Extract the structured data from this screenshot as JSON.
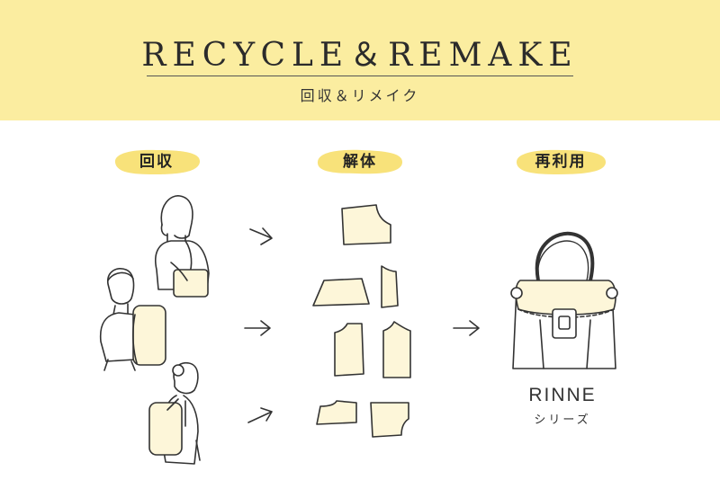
{
  "header": {
    "title": "RECYCLE＆REMAKE",
    "subtitle": "回収＆リメイク"
  },
  "steps": [
    {
      "label": "回収"
    },
    {
      "label": "解体"
    },
    {
      "label": "再利用"
    }
  ],
  "product": {
    "name": "RINNE",
    "series": "シリーズ"
  },
  "colors": {
    "header_bg": "#fbeda0",
    "label_blob": "#f8e27a",
    "fill_cream": "#fdf6d9",
    "line": "#333333"
  },
  "icons": [
    "woman-shoulder-bag-illustration",
    "man-backpack-illustration",
    "girl-backpack-illustration",
    "fabric-piece-icon",
    "handbag-illustration",
    "arrow-right-icon"
  ]
}
